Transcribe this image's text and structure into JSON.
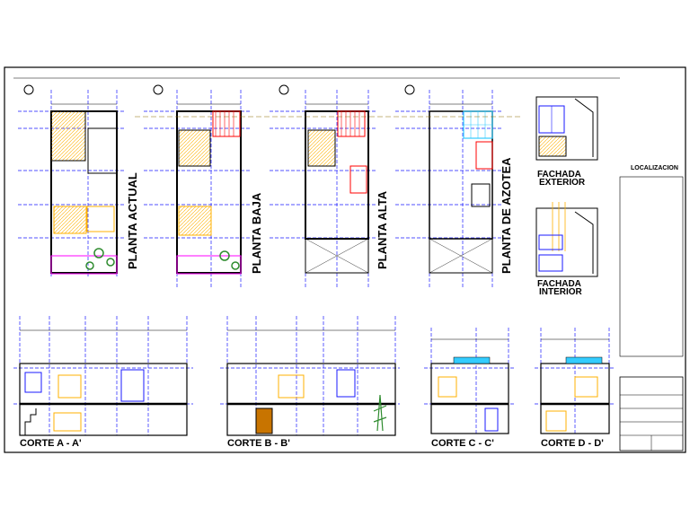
{
  "plans": [
    {
      "title": "PLANTA ACTUAL"
    },
    {
      "title": "PLANTA BAJA"
    },
    {
      "title": "PLANTA ALTA"
    },
    {
      "title": "PLANTA DE AZOTEA"
    }
  ],
  "facades": [
    {
      "title": "FACHADA",
      "subtitle": "EXTERIOR"
    },
    {
      "title": "FACHADA",
      "subtitle": "INTERIOR"
    }
  ],
  "sections": [
    {
      "title": "CORTE A - A'"
    },
    {
      "title": "CORTE B - B'"
    },
    {
      "title": "CORTE C - C'"
    },
    {
      "title": "CORTE D - D'"
    }
  ],
  "location_label": "LOCALIZACION",
  "colors": {
    "walls": "#000000",
    "axes": "#1a1aff",
    "furniture": "#ffb000",
    "stairs": "#ff0000",
    "dimension": "#ff00ff",
    "vegetation": "#2e8b2e",
    "water": "#33ccff",
    "frame": "#000000"
  }
}
